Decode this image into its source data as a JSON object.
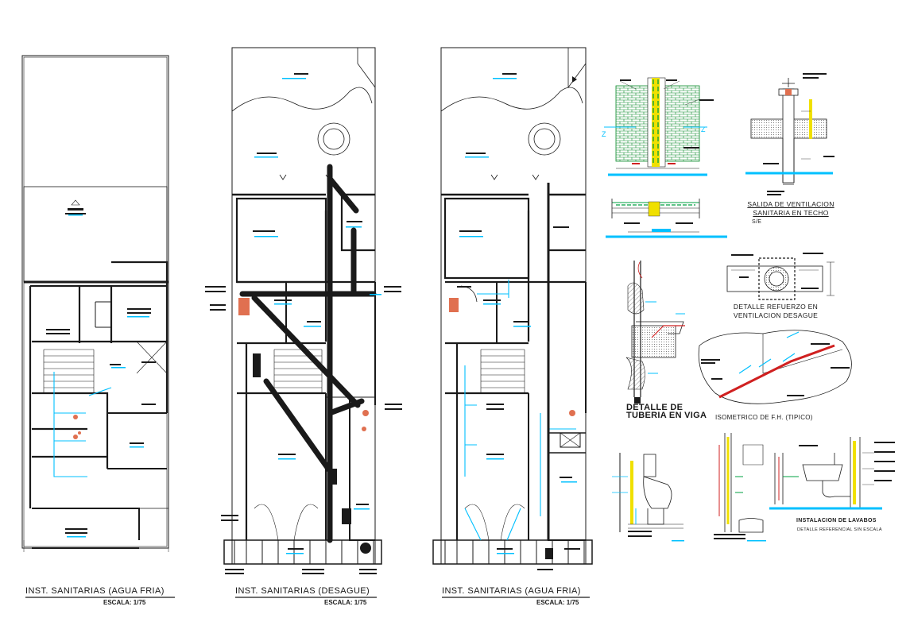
{
  "plans": [
    {
      "title": "INST. SANITARIAS (AGUA FRIA)",
      "scale": "ESCALA:   1/75"
    },
    {
      "title": "INST. SANITARIAS (DESAGUE)",
      "scale": "ESCALA:   1/75"
    },
    {
      "title": "INST. SANITARIAS (AGUA FRIA)",
      "scale": "ESCALA:   1/75"
    }
  ],
  "details": {
    "ventilacion_techo": "SALIDA DE VENTILACION SANITARIA EN TECHO",
    "ventilacion_techo_scale": "S/E",
    "refuerzo": "DETALLE REFUERZO EN VENTILACION DESAGUE",
    "tuberia_viga_l1": "DETALLE DE",
    "tuberia_viga_l2": "TUBERIA EN VIGA",
    "isometrico": "ISOMETRICO DE F.H. (TIPICO)",
    "lavabos": "INSTALACION DE LAVABOS",
    "lavabos_sub": "DETALLE REFERENCIAL SIN ESCALA"
  },
  "colors": {
    "line": "#1a1a1a",
    "water": "#00c0ff",
    "accent_green": "#00a040",
    "accent_red": "#d02020",
    "accent_yellow": "#f0e000",
    "accent_orange": "#e07050"
  }
}
